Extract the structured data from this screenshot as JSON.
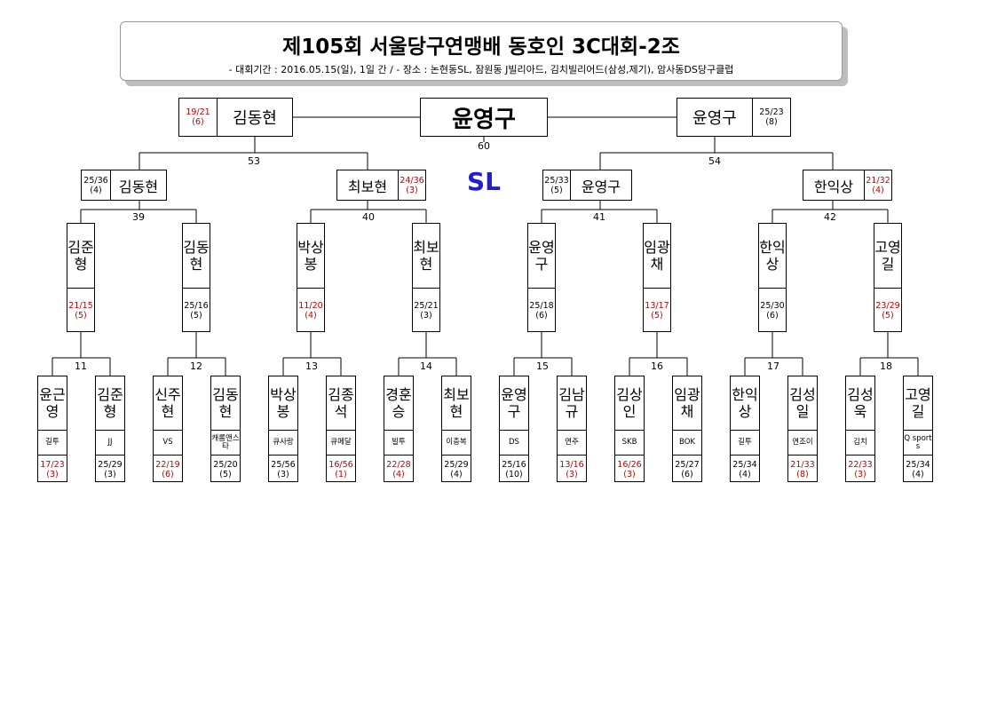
{
  "header": {
    "title": "제105회 서울당구연맹배 동호인 3C대회-2조",
    "subtitle": "- 대회기간 : 2016.05.15(일), 1일 간 / - 장소 : 논현동SL, 잠원동 J빌리아드, 김치빌리어드(삼성,제기), 암사동DS당구클럽"
  },
  "venue": "SL",
  "final": {
    "match_no": "60",
    "champion": "윤영구",
    "left": {
      "name": "김동현",
      "score": "19/21",
      "inn": "(6)",
      "color": "#c00000"
    },
    "right": {
      "name": "윤영구",
      "score": "25/23",
      "inn": "(8)",
      "color": "#000000"
    }
  },
  "semis": [
    {
      "match_no": "53",
      "a": {
        "name": "김동현",
        "score": "25/36",
        "inn": "(4)",
        "color": "#000000"
      },
      "b": {
        "name": "최보현",
        "score": "24/36",
        "inn": "(3)",
        "color": "#c00000"
      }
    },
    {
      "match_no": "54",
      "a": {
        "name": "윤영구",
        "score": "25/33",
        "inn": "(5)",
        "color": "#000000"
      },
      "b": {
        "name": "한익상",
        "score": "21/32",
        "inn": "(4)",
        "color": "#c00000"
      }
    }
  ],
  "round2": [
    {
      "match_no": "39"
    },
    {
      "match_no": "40"
    },
    {
      "match_no": "41"
    },
    {
      "match_no": "42"
    }
  ],
  "round2_players": [
    {
      "name": "김준형",
      "score": "21/15",
      "inn": "(5)",
      "color": "#c00000"
    },
    {
      "name": "김동현",
      "score": "25/16",
      "inn": "(5)",
      "color": "#000000"
    },
    {
      "name": "박상봉",
      "score": "11/20",
      "inn": "(4)",
      "color": "#c00000"
    },
    {
      "name": "최보현",
      "score": "25/21",
      "inn": "(3)",
      "color": "#000000"
    },
    {
      "name": "윤영구",
      "score": "25/18",
      "inn": "(6)",
      "color": "#000000"
    },
    {
      "name": "임광채",
      "score": "13/17",
      "inn": "(5)",
      "color": "#c00000"
    },
    {
      "name": "한익상",
      "score": "25/30",
      "inn": "(6)",
      "color": "#000000"
    },
    {
      "name": "고영길",
      "score": "23/29",
      "inn": "(5)",
      "color": "#c00000"
    }
  ],
  "round1": [
    {
      "match_no": "11"
    },
    {
      "match_no": "12"
    },
    {
      "match_no": "13"
    },
    {
      "match_no": "14"
    },
    {
      "match_no": "15"
    },
    {
      "match_no": "16"
    },
    {
      "match_no": "17"
    },
    {
      "match_no": "18"
    }
  ],
  "round1_players": [
    {
      "name": "윤근영",
      "club": "길투",
      "score": "17/23",
      "inn": "(3)",
      "color": "#c00000"
    },
    {
      "name": "김준형",
      "club": "JJ",
      "score": "25/29",
      "inn": "(3)",
      "color": "#000000"
    },
    {
      "name": "신주현",
      "club": "VS",
      "score": "22/19",
      "inn": "(6)",
      "color": "#c00000"
    },
    {
      "name": "김동현",
      "club": "캐롬앤스타",
      "score": "25/20",
      "inn": "(5)",
      "color": "#000000"
    },
    {
      "name": "박상봉",
      "club": "큐사랑",
      "score": "25/56",
      "inn": "(3)",
      "color": "#000000"
    },
    {
      "name": "김종석",
      "club": "큐메달",
      "score": "16/56",
      "inn": "(1)",
      "color": "#c00000"
    },
    {
      "name": "경훈승",
      "club": "빌투",
      "score": "22/28",
      "inn": "(4)",
      "color": "#c00000"
    },
    {
      "name": "최보현",
      "club": "이충복",
      "score": "25/29",
      "inn": "(4)",
      "color": "#000000"
    },
    {
      "name": "윤영구",
      "club": "DS",
      "score": "25/16",
      "inn": "(10)",
      "color": "#000000"
    },
    {
      "name": "김남규",
      "club": "연주",
      "score": "13/16",
      "inn": "(3)",
      "color": "#c00000"
    },
    {
      "name": "김상인",
      "club": "SKB",
      "score": "16/26",
      "inn": "(3)",
      "color": "#c00000"
    },
    {
      "name": "임광채",
      "club": "BOK",
      "score": "25/27",
      "inn": "(6)",
      "color": "#000000"
    },
    {
      "name": "한익상",
      "club": "길투",
      "score": "25/34",
      "inn": "(4)",
      "color": "#000000"
    },
    {
      "name": "김성일",
      "club": "연조이",
      "score": "21/33",
      "inn": "(8)",
      "color": "#c00000"
    },
    {
      "name": "김성욱",
      "club": "김치",
      "score": "22/33",
      "inn": "(3)",
      "color": "#c00000"
    },
    {
      "name": "고영길",
      "club": "Q sports",
      "score": "25/34",
      "inn": "(4)",
      "color": "#000000"
    }
  ]
}
